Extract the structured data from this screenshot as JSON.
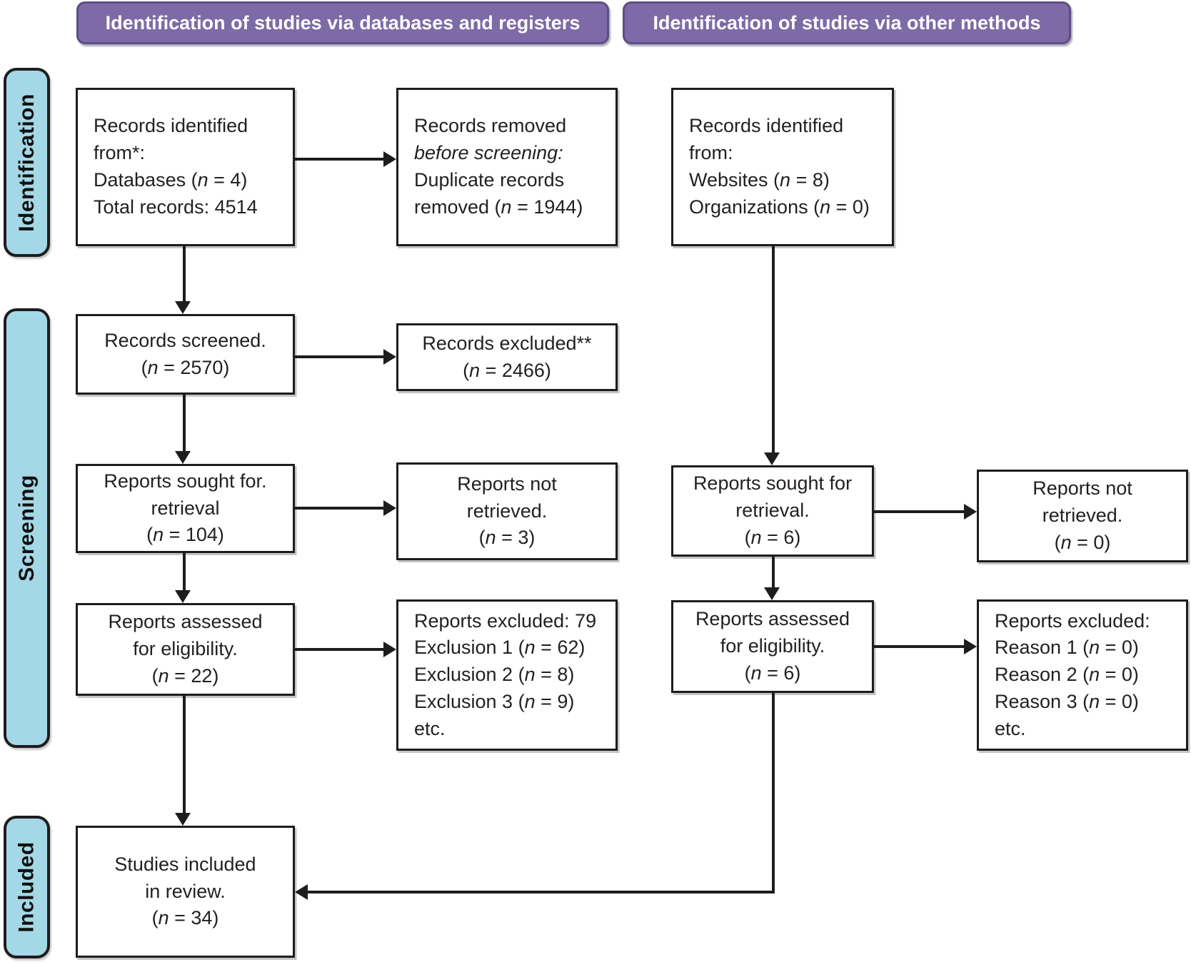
{
  "headers": {
    "databases": "Identification of studies via databases and registers",
    "other": "Identification of studies via other methods"
  },
  "sidebar": {
    "identification": "Identification",
    "screening": "Screening",
    "included": "Included"
  },
  "boxes": {
    "records_identified_databases": {
      "lines": [
        "Records identified",
        "from*:",
        "Databases (n = 4)",
        "Total records: 4514"
      ]
    },
    "records_removed": {
      "lines": [
        "Records removed",
        {
          "text": "before screening:",
          "italic": true
        },
        "Duplicate records",
        "removed (n = 1944)"
      ]
    },
    "records_identified_other": {
      "lines": [
        "Records identified",
        "from:",
        "Websites (n = 8)",
        "Organizations (n = 0)"
      ]
    },
    "records_screened": {
      "lines": [
        "Records screened.",
        "(n = 2570)"
      ]
    },
    "records_excluded": {
      "lines": [
        "Records excluded**",
        "(n = 2466)"
      ]
    },
    "reports_sought_databases": {
      "lines": [
        "Reports sought for.",
        "retrieval",
        "(n = 104)"
      ]
    },
    "reports_not_retrieved_databases": {
      "lines": [
        "Reports not",
        "retrieved.",
        "(n = 3)"
      ]
    },
    "reports_sought_other": {
      "lines": [
        "Reports sought for",
        "retrieval.",
        "(n = 6)"
      ]
    },
    "reports_not_retrieved_other": {
      "lines": [
        "Reports not",
        "retrieved.",
        "(n = 0)"
      ]
    },
    "reports_assessed_databases": {
      "lines": [
        "Reports assessed",
        "for eligibility.",
        "(n = 22)"
      ]
    },
    "reports_excluded_databases": {
      "lines": [
        "Reports excluded: 79",
        "Exclusion 1 (n = 62)",
        "Exclusion 2 (n = 8)",
        "Exclusion 3 (n = 9)",
        "etc."
      ]
    },
    "reports_assessed_other": {
      "lines": [
        "Reports assessed",
        "for eligibility.",
        "(n = 6)"
      ]
    },
    "reports_excluded_other": {
      "lines": [
        "Reports excluded:",
        "Reason 1 (n = 0)",
        "Reason 2 (n = 0)",
        "Reason 3 (n = 0)",
        "etc."
      ]
    },
    "studies_included": {
      "lines": [
        "Studies included",
        "in review.",
        "(n = 34)"
      ]
    }
  },
  "colors": {
    "header_bg": "#7d6aa7",
    "header_border": "#5d4d86",
    "sidebar_bg": "#a5d8e7",
    "box_border": "#1d1d1f",
    "arrow": "#1d1d1f"
  }
}
